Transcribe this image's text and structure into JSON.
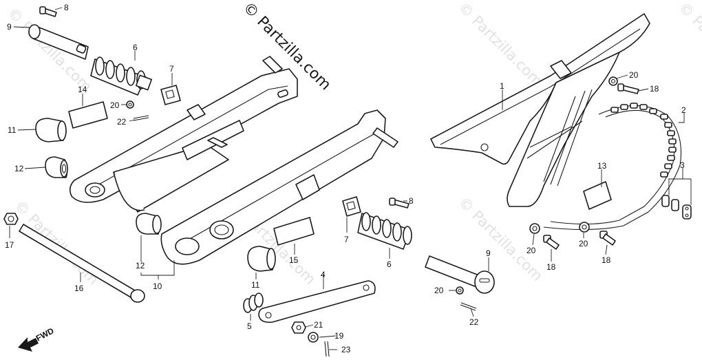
{
  "watermark": {
    "main": "© Partzilla.com",
    "faint": "© Partzilla.com"
  },
  "direction_indicator": {
    "label": "FWD"
  },
  "callouts": {
    "c1": "1",
    "c2": "2",
    "c3": "3",
    "c4": "4",
    "c5": "5",
    "c6a": "6",
    "c6b": "6",
    "c7a": "7",
    "c7b": "7",
    "c8a": "8",
    "c8b": "8",
    "c9a": "9",
    "c9b": "9",
    "c10": "10",
    "c11a": "11",
    "c11b": "11",
    "c12a": "12",
    "c12b": "12",
    "c13": "13",
    "c14": "14",
    "c15": "15",
    "c16": "16",
    "c17": "17",
    "c18a": "18",
    "c18b": "18",
    "c18c": "18",
    "c19": "19",
    "c20a": "20",
    "c20b": "20",
    "c20c": "20",
    "c20d": "20",
    "c20e": "20",
    "c21": "21",
    "c22a": "22",
    "c22b": "22",
    "c23": "23"
  }
}
